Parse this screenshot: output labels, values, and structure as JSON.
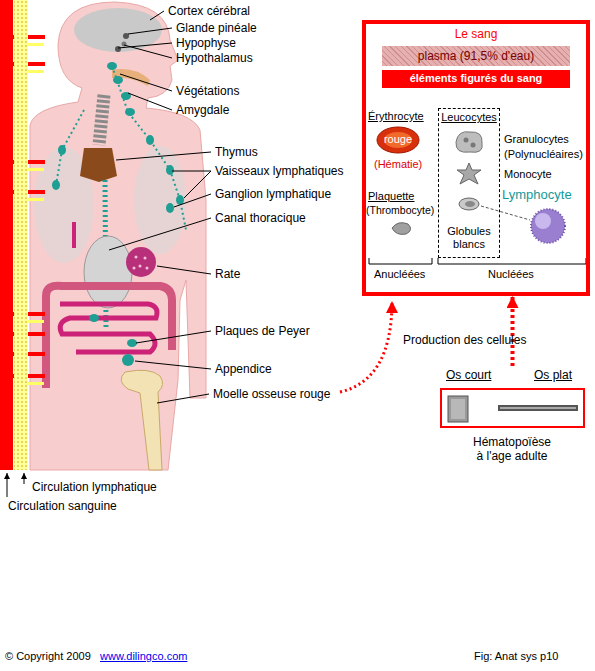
{
  "diagram": {
    "nodes": [
      {
        "text": [
          "Le sang",
          "Érythrocyte",
          "(Hématie)",
          "Plaquette",
          "(Thrombocyte)",
          "Granulocytes (Polynucléaires)",
          "Monocyte",
          "Lymphocyte",
          "Anucléées",
          "Nucléées"
        ]
      },
      {
        "text": [
          "plasma (91,5% d'eau)"
        ],
        "in": 0
      },
      {
        "text": [
          "éléments figurés du sang"
        ],
        "in": 0
      },
      {
        "text": [
          "rouge"
        ],
        "in": 0
      },
      {
        "text": [
          "Leucocytes",
          "Globules blancs"
        ],
        "in": 0
      },
      {
        "text": [
          "Os court",
          "Os plat"
        ]
      }
    ],
    "edges": [
      {
        "from": 5,
        "to": 0,
        "arrow": "to"
      }
    ],
    "labels": [
      "Cortex cérébral",
      "Glande pinéale",
      "Hypophyse",
      "Hypothalamus",
      "Végétations",
      "Amygdale",
      "Thymus",
      "Vaisseaux lymphatiques",
      "Ganglion lymphatique",
      "Canal thoracique",
      "Rate",
      "Plaques de Peyer",
      "Appendice",
      "Moelle osseuse rouge",
      "Production des cellules",
      "Hématopoïèse à l'age adulte",
      "Circulation lymphatique",
      "Circulation sanguine",
      "© Copyright 2009",
      "www.dilingco.com",
      "Fig: Anat sys p10"
    ]
  }
}
